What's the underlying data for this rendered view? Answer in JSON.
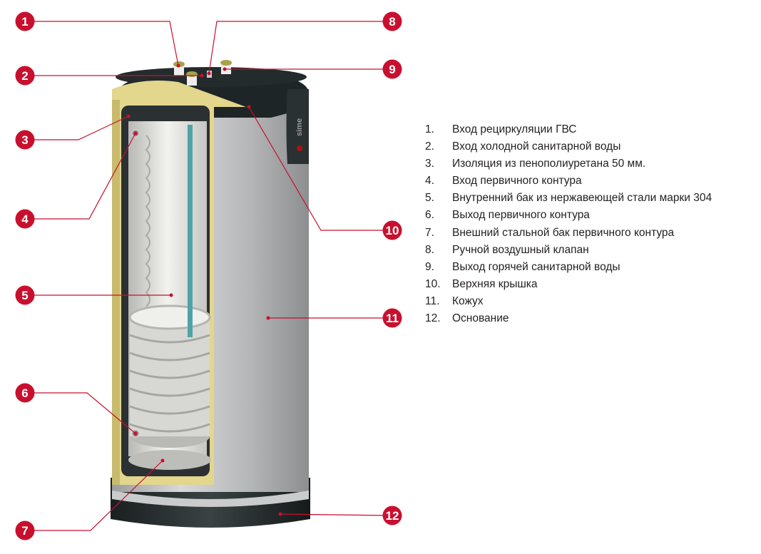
{
  "colors": {
    "callout": "#c8102e",
    "insulation": "#e3d68d",
    "casing": "#b9bbbd",
    "cover": "#1e2526",
    "coil": "#c9c9c6",
    "pipe": "#4fa3a8"
  },
  "logo_text": "sime",
  "legend": [
    {
      "num": "1.",
      "label": "Вход рециркуляции ГВС"
    },
    {
      "num": "2.",
      "label": "Вход холодной санитарной воды"
    },
    {
      "num": "3.",
      "label": "Изоляция из пенополиуретана 50 мм."
    },
    {
      "num": "4.",
      "label": "Вход первичного контура"
    },
    {
      "num": "5.",
      "label": "Внутренний бак из нержавеющей стали марки 304"
    },
    {
      "num": "6.",
      "label": "Выход первичного контура"
    },
    {
      "num": "7.",
      "label": "Внешний стальной бак первичного контура"
    },
    {
      "num": "8.",
      "label": "Ручной воздушный клапан"
    },
    {
      "num": "9.",
      "label": "Выход горячей санитарной воды"
    },
    {
      "num": "10.",
      "label": "Верхняя крышка"
    },
    {
      "num": "11.",
      "label": "Кожух"
    },
    {
      "num": "12.",
      "label": "Основание"
    }
  ],
  "callouts": [
    "1",
    "2",
    "3",
    "4",
    "5",
    "6",
    "7",
    "8",
    "9",
    "10",
    "11",
    "12"
  ]
}
